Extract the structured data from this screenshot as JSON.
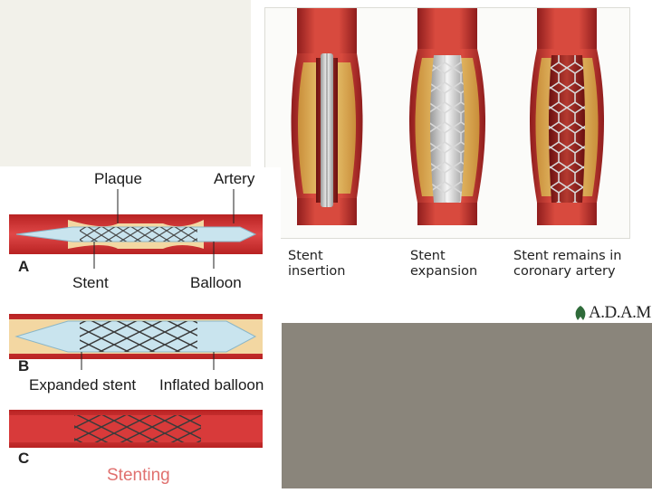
{
  "top_diagram": {
    "labels": {
      "plaque": "Plaque",
      "artery": "Artery",
      "stent": "Stent",
      "balloon": "Balloon",
      "expanded_stent": "Expanded stent",
      "inflated_balloon": "Inflated balloon"
    },
    "steps": [
      "A",
      "B",
      "C"
    ],
    "title": "Stenting"
  },
  "photo_diagram": {
    "captions": [
      "Stent\ninsertion",
      "Stent\nexpansion",
      "Stent remains in\ncoronary artery"
    ],
    "credit": "A.D.A.M."
  },
  "colors": {
    "artery_red": "#c62a2a",
    "plaque_yellow": "#e3b25a",
    "balloon_blue": "#c9e4ee",
    "title_pink": "#e0706e",
    "gray_panel": "#8a857b",
    "beige_panel": "#f2f1ea"
  }
}
